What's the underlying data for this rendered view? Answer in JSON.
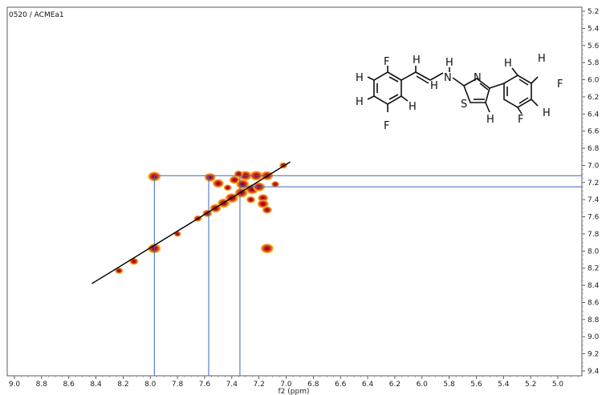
{
  "dataset_label": "0520 / ACMEa1",
  "chart_data": {
    "type": "heatmap",
    "title": "",
    "xlabel": "f2 (ppm)",
    "ylabel": "",
    "x_range": [
      9.05,
      4.7
    ],
    "y_range": [
      9.4,
      5.2
    ],
    "x_ticks": [
      "9.0",
      "8.8",
      "8.6",
      "8.4",
      "8.2",
      "8.0",
      "7.8",
      "7.6",
      "7.4",
      "7.2",
      "7.0",
      "6.8",
      "6.6",
      "6.4",
      "6.2",
      "6.0",
      "5.8",
      "5.6",
      "5.4",
      "5.2",
      "5.0"
    ],
    "y_ticks": [
      "5.2",
      "5.4",
      "5.6",
      "5.8",
      "6.0",
      "6.2",
      "6.4",
      "6.6",
      "6.8",
      "7.0",
      "7.2",
      "7.4",
      "7.6",
      "7.8",
      "8.0",
      "8.2",
      "8.4",
      "8.6",
      "8.8",
      "9.0",
      "9.2",
      "9.4"
    ],
    "diagonal": {
      "from": [
        8.43,
        8.38
      ],
      "to": [
        6.97,
        6.96
      ]
    },
    "horizontal_guides_f1": [
      7.12,
      7.25
    ],
    "vertical_guides_f2": [
      7.97,
      7.57,
      7.34
    ],
    "peaks": [
      {
        "f2": 7.97,
        "f1": 7.13,
        "intensity": 1.0
      },
      {
        "f2": 7.97,
        "f1": 7.97,
        "intensity": 1.0
      },
      {
        "f2": 7.56,
        "f1": 7.14,
        "intensity": 0.8
      },
      {
        "f2": 7.5,
        "f1": 7.21,
        "intensity": 0.8
      },
      {
        "f2": 7.38,
        "f1": 7.17,
        "intensity": 0.7
      },
      {
        "f2": 7.3,
        "f1": 7.12,
        "intensity": 1.0
      },
      {
        "f2": 7.22,
        "f1": 7.12,
        "intensity": 1.0
      },
      {
        "f2": 7.14,
        "f1": 7.12,
        "intensity": 0.9
      },
      {
        "f2": 7.32,
        "f1": 7.22,
        "intensity": 1.0
      },
      {
        "f2": 7.25,
        "f1": 7.28,
        "intensity": 1.0
      },
      {
        "f2": 7.2,
        "f1": 7.25,
        "intensity": 0.9
      },
      {
        "f2": 7.33,
        "f1": 7.32,
        "intensity": 1.0
      },
      {
        "f2": 7.4,
        "f1": 7.38,
        "intensity": 1.0
      },
      {
        "f2": 7.46,
        "f1": 7.44,
        "intensity": 0.9
      },
      {
        "f2": 7.52,
        "f1": 7.5,
        "intensity": 0.8
      },
      {
        "f2": 7.58,
        "f1": 7.56,
        "intensity": 0.6
      },
      {
        "f2": 7.17,
        "f1": 7.38,
        "intensity": 0.7
      },
      {
        "f2": 7.17,
        "f1": 7.45,
        "intensity": 0.8
      },
      {
        "f2": 7.14,
        "f1": 7.52,
        "intensity": 0.6
      },
      {
        "f2": 7.26,
        "f1": 7.4,
        "intensity": 0.5
      },
      {
        "f2": 7.14,
        "f1": 7.97,
        "intensity": 1.0
      },
      {
        "f2": 7.02,
        "f1": 7.0,
        "intensity": 0.4
      },
      {
        "f2": 7.08,
        "f1": 7.22,
        "intensity": 0.4
      },
      {
        "f2": 8.12,
        "f1": 8.12,
        "intensity": 0.5
      },
      {
        "f2": 8.23,
        "f1": 8.23,
        "intensity": 0.4
      },
      {
        "f2": 7.8,
        "f1": 7.8,
        "intensity": 0.3
      },
      {
        "f2": 7.65,
        "f1": 7.62,
        "intensity": 0.4
      },
      {
        "f2": 7.35,
        "f1": 7.1,
        "intensity": 0.5
      },
      {
        "f2": 7.43,
        "f1": 7.26,
        "intensity": 0.4
      }
    ]
  },
  "molecule": {
    "atoms": [
      "F",
      "H",
      "H",
      "H",
      "F",
      "H",
      "H",
      "N",
      "H",
      "N",
      "S",
      "H",
      "H",
      "H",
      "F",
      "F",
      "H"
    ]
  }
}
